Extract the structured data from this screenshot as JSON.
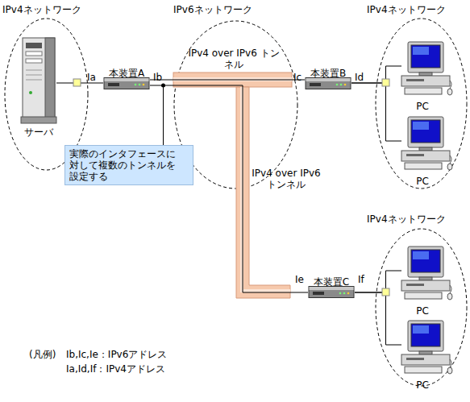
{
  "diagram": {
    "nodes": [
      {
        "text": [
          "IPv4ネットワーク"
        ]
      },
      {
        "text": [
          "サーバ"
        ],
        "in": 0
      },
      {
        "text": [
          "本装置A"
        ]
      },
      {
        "text": [
          "IPv6ネットワーク"
        ]
      },
      {
        "text": [
          "IPv4 over IPv6 トンネル"
        ],
        "in": 3
      },
      {
        "text": [
          "本装置B"
        ]
      },
      {
        "text": [
          "IPv4ネットワーク"
        ]
      },
      {
        "text": [
          "PC"
        ],
        "in": 6
      },
      {
        "text": [
          "PC"
        ],
        "in": 6
      },
      {
        "text": [
          "IPv4 over IPv6 トンネル"
        ]
      },
      {
        "text": [
          "本装置C"
        ]
      },
      {
        "text": [
          "IPv4ネットワーク"
        ]
      },
      {
        "text": [
          "PC"
        ],
        "in": 11
      },
      {
        "text": [
          "PC"
        ],
        "in": 11
      },
      {
        "text": [
          "実際のインタフェースに 対して複数のトンネルを 設定する"
        ]
      }
    ],
    "edges": [
      {
        "from": 1,
        "to": 2,
        "arrow": "none"
      },
      {
        "from": 2,
        "to": 5,
        "arrow": "none"
      },
      {
        "from": 2,
        "to": 10,
        "arrow": "none"
      },
      {
        "from": 5,
        "to": 7,
        "arrow": "none"
      },
      {
        "from": 5,
        "to": 8,
        "arrow": "none"
      },
      {
        "from": 10,
        "to": 12,
        "arrow": "none"
      },
      {
        "from": 10,
        "to": 13,
        "arrow": "none"
      }
    ],
    "labels": [
      "Ia",
      "Ib",
      "Ic",
      "Id",
      "Ie",
      "If",
      "(凡例)",
      "Ib,Ic,Ie：IPv6アドレス",
      "Ia,Id,If：IPv4アドレス"
    ]
  }
}
